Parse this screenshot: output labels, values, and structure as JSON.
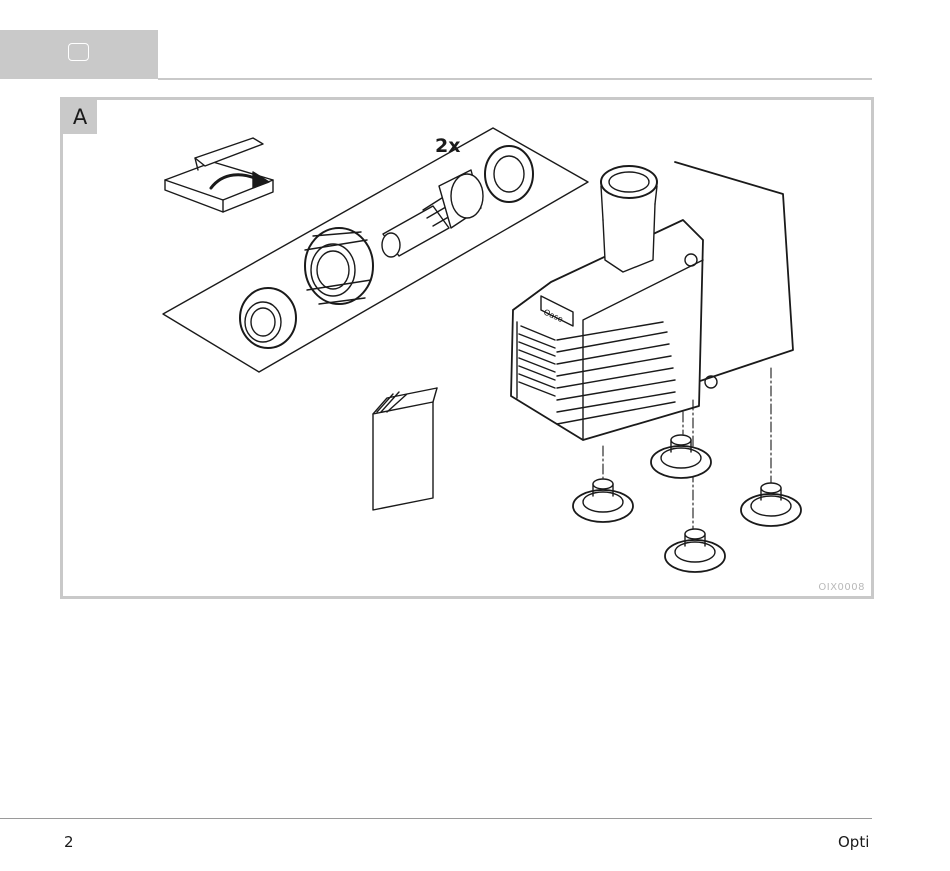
{
  "figure": {
    "label": "A",
    "count_label": "2x",
    "code": "OIX0008",
    "icons": [
      "box-icon",
      "hose-connector-kit-icon",
      "manual-booklet-icon",
      "pump-icon",
      "suction-cup-icon"
    ]
  },
  "pump_logo": "Oase",
  "footer": {
    "page_number": "2",
    "title": "Opti"
  }
}
